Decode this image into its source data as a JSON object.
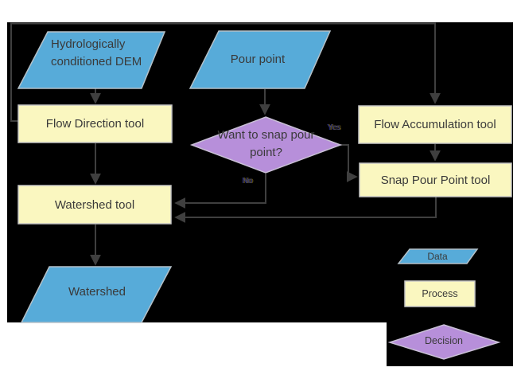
{
  "nodes": {
    "dem": "Hydrologically conditioned DEM",
    "pour_point": "Pour point",
    "flow_direction": "Flow Direction tool",
    "flow_accumulation": "Flow Accumulation tool",
    "snap_pour_point": "Snap Pour Point tool",
    "watershed_tool": "Watershed tool",
    "watershed": "Watershed",
    "decision": "Want to snap pour point?"
  },
  "edge_labels": {
    "yes": "Yes",
    "no": "No"
  },
  "legend": {
    "data": "Data",
    "process": "Process",
    "decision": "Decision"
  },
  "colors": {
    "background": "#000000",
    "data_fill": "#57ABD9",
    "process_fill": "#FAF7C0",
    "decision_fill": "#B78FDA",
    "connector": "#3F3F3F",
    "text": "#3A3A3A"
  }
}
